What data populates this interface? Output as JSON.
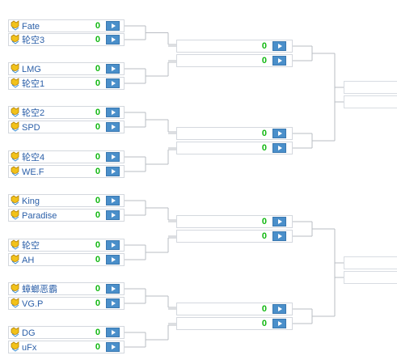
{
  "round1": [
    {
      "name": "Fate",
      "score": "0"
    },
    {
      "name": "轮空3",
      "score": "0"
    },
    {
      "name": "LMG",
      "score": "0"
    },
    {
      "name": "轮空1",
      "score": "0"
    },
    {
      "name": "轮空2",
      "score": "0"
    },
    {
      "name": "SPD",
      "score": "0"
    },
    {
      "name": "轮空4",
      "score": "0"
    },
    {
      "name": "WE.F",
      "score": "0"
    },
    {
      "name": "King",
      "score": "0"
    },
    {
      "name": "Paradise",
      "score": "0"
    },
    {
      "name": "轮空",
      "score": "0"
    },
    {
      "name": "AH",
      "score": "0"
    },
    {
      "name": "蟑螂恶霸",
      "score": "0"
    },
    {
      "name": "VG.P",
      "score": "0"
    },
    {
      "name": "DG",
      "score": "0"
    },
    {
      "name": "uFx",
      "score": "0"
    }
  ],
  "round2": [
    {
      "name": "",
      "score": "0"
    },
    {
      "name": "",
      "score": "0"
    },
    {
      "name": "",
      "score": "0"
    },
    {
      "name": "",
      "score": "0"
    },
    {
      "name": "",
      "score": "0"
    },
    {
      "name": "",
      "score": "0"
    },
    {
      "name": "",
      "score": "0"
    },
    {
      "name": "",
      "score": "0"
    }
  ],
  "icons": {
    "team": "team-logo-icon",
    "play": "play-icon"
  },
  "colors": {
    "team_name": "#2b5fa8",
    "score": "#11b811",
    "play_button": "#4a8fca",
    "connector": "#b9bdc3"
  }
}
